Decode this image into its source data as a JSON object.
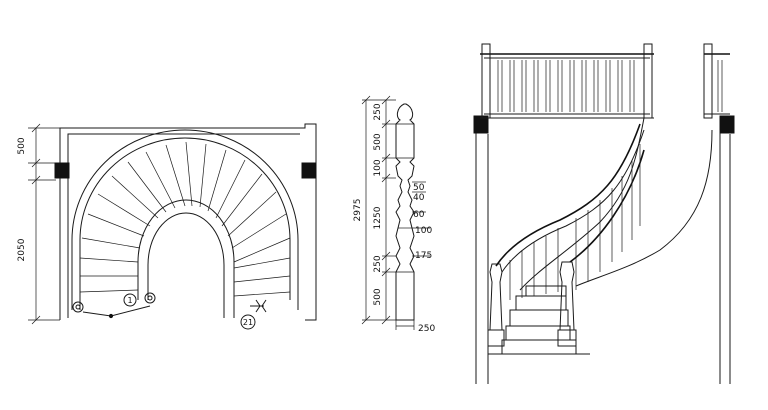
{
  "plan": {
    "dimensions": {
      "upper": "500",
      "lower": "2050"
    },
    "markers": {
      "turn": "1",
      "section": "21"
    }
  },
  "post": {
    "dimensions": {
      "total": "2975",
      "segments": [
        "250",
        "500",
        "100",
        "1250",
        "250",
        "500"
      ],
      "right": [
        "50",
        "40",
        "60",
        "100",
        "175"
      ],
      "width": "250"
    }
  },
  "elevation": {}
}
